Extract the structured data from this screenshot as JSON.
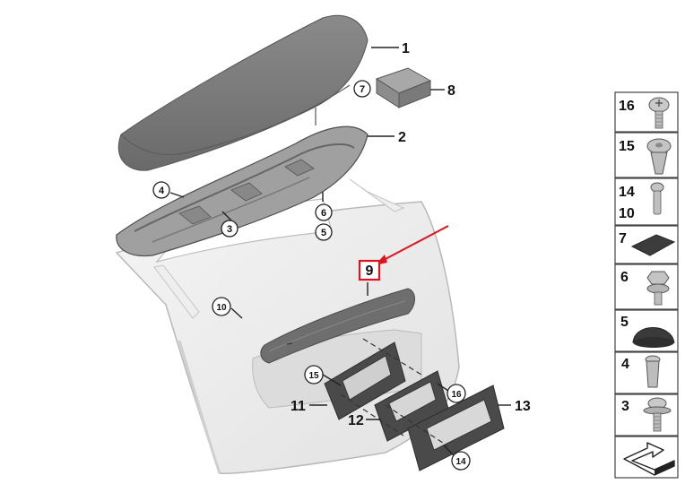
{
  "diagram": {
    "callouts_plain": [
      "1",
      "2",
      "8",
      "11",
      "12",
      "13"
    ],
    "callouts_circled": [
      "7",
      "4",
      "3",
      "6",
      "5",
      "10",
      "15",
      "16",
      "14"
    ],
    "highlighted_callout": "9",
    "highlight_color": "#e0141e",
    "parts_column": [
      {
        "labels": [
          "16"
        ],
        "icon": "torx-screw-icon"
      },
      {
        "labels": [
          "15"
        ],
        "icon": "expanding-rivet-icon"
      },
      {
        "labels": [
          "14",
          "10"
        ],
        "icon": "bolt-icon"
      },
      {
        "labels": [
          "7"
        ],
        "icon": "foam-pad-icon"
      },
      {
        "labels": [
          "6"
        ],
        "icon": "hex-nut-bolt-icon"
      },
      {
        "labels": [
          "5"
        ],
        "icon": "rubber-buffer-icon"
      },
      {
        "labels": [
          "4"
        ],
        "icon": "plastic-expansion-nut-icon"
      },
      {
        "labels": [
          "3"
        ],
        "icon": "washer-screw-icon"
      }
    ]
  }
}
